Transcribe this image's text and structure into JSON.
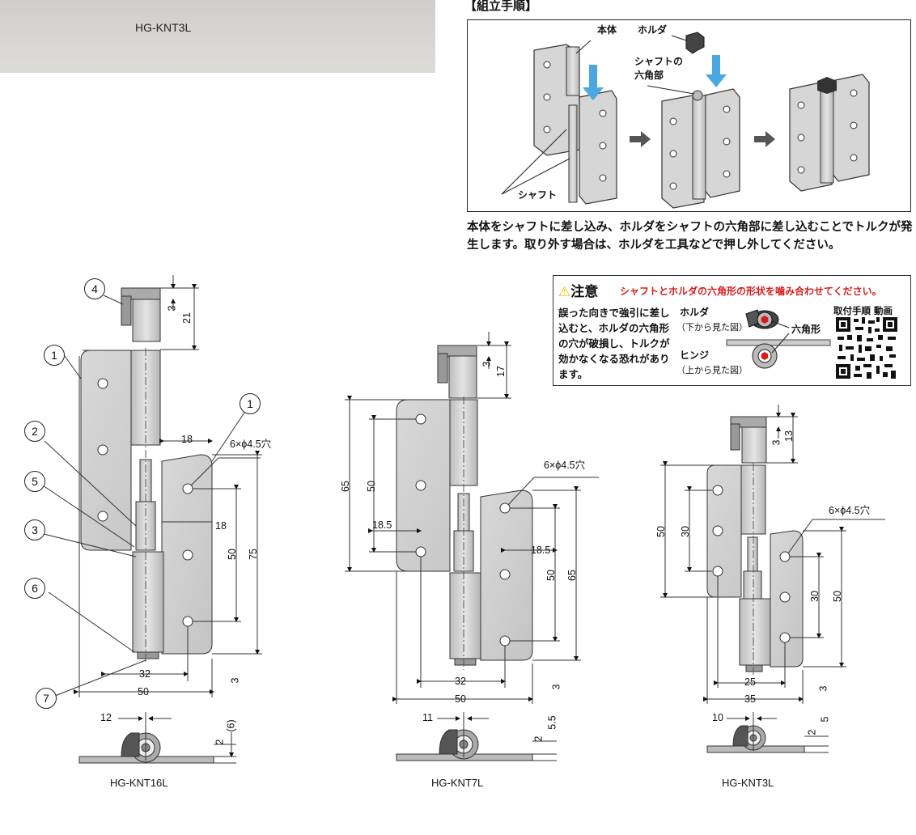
{
  "photo": {
    "caption": "HG-KNT3L"
  },
  "assembly": {
    "title": "【組立手順】",
    "labels": {
      "body": "本体",
      "holder": "ホルダ",
      "hex": "シャフトの\n六角部",
      "shaft": "シャフト"
    },
    "description": "本体をシャフトに差し込み、ホルダをシャフトの六角部に差し込むことでトルクが発生します。取り外す場合は、ホルダを工具などで押し外してください。"
  },
  "caution": {
    "head": "注意",
    "red": "シャフトとホルダの六角形の形状を噛み合わせてください。",
    "text": "誤った向きで強引に差し込むと、ホルダの六角形の穴が破損し、トルクが効かなくなる恐れがあります。",
    "holder": "ホルダ",
    "holder_sub": "（下から見た図）",
    "hinge": "ヒンジ",
    "hinge_sub": "（上から見た図）",
    "hexagon": "六角形",
    "video": "取付手順 動画",
    "colors": {
      "red": "#d81b1b",
      "accent": "#d81b1b"
    }
  },
  "drawings": [
    {
      "model": "HG-KNT16L",
      "callouts": [
        "4",
        "1",
        "2",
        "5",
        "3",
        "6",
        "7",
        "1"
      ],
      "dims": {
        "d21": "21",
        "d3a": "3",
        "d18a": "18",
        "holes": "6×ϕ4.5穴",
        "d18b": "18",
        "d50": "50",
        "d75": "75",
        "d32": "32",
        "d50w": "50",
        "d3b": "3",
        "d12": "12",
        "d2": "2",
        "d6": "(6)"
      }
    },
    {
      "model": "HG-KNT7L",
      "dims": {
        "d17": "17",
        "d3a": "3",
        "d65": "65",
        "d50": "50",
        "d185a": "18.5",
        "holes": "6×ϕ4.5穴",
        "d185b": "18.5",
        "d50r": "50",
        "d65r": "65",
        "d32": "32",
        "d50w": "50",
        "d3b": "3",
        "d11": "11",
        "d2": "2",
        "d55": "5.5"
      }
    },
    {
      "model": "HG-KNT3L",
      "dims": {
        "d13": "13",
        "d3a": "3",
        "d50": "50",
        "d30": "30",
        "holes": "6×ϕ4.5穴",
        "d30r": "30",
        "d50r": "50",
        "d25": "25",
        "d35": "35",
        "d3b": "3",
        "d10": "10",
        "d2": "2",
        "d5": "5"
      }
    }
  ]
}
